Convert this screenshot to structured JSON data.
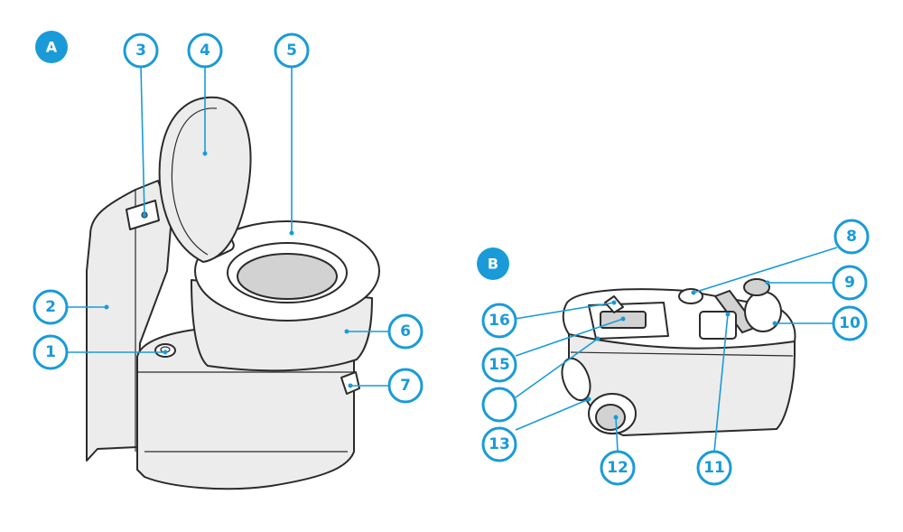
{
  "sections": [
    {
      "id": "A",
      "label": "A"
    },
    {
      "id": "B",
      "label": "B"
    }
  ],
  "callouts": [
    {
      "id": "1",
      "label": "1"
    },
    {
      "id": "2",
      "label": "2"
    },
    {
      "id": "3",
      "label": "3"
    },
    {
      "id": "4",
      "label": "4"
    },
    {
      "id": "5",
      "label": "5"
    },
    {
      "id": "6",
      "label": "6"
    },
    {
      "id": "7",
      "label": "7"
    },
    {
      "id": "8",
      "label": "8"
    },
    {
      "id": "9",
      "label": "9"
    },
    {
      "id": "10",
      "label": "10"
    },
    {
      "id": "11",
      "label": "11"
    },
    {
      "id": "12",
      "label": "12"
    },
    {
      "id": "13",
      "label": "13"
    },
    {
      "id": "14",
      "label": ""
    },
    {
      "id": "15",
      "label": "15"
    },
    {
      "id": "16",
      "label": "16"
    }
  ],
  "colors": {
    "accent": "#1a9bd7",
    "line": "#2b2b2b",
    "fill": "#ececec"
  }
}
